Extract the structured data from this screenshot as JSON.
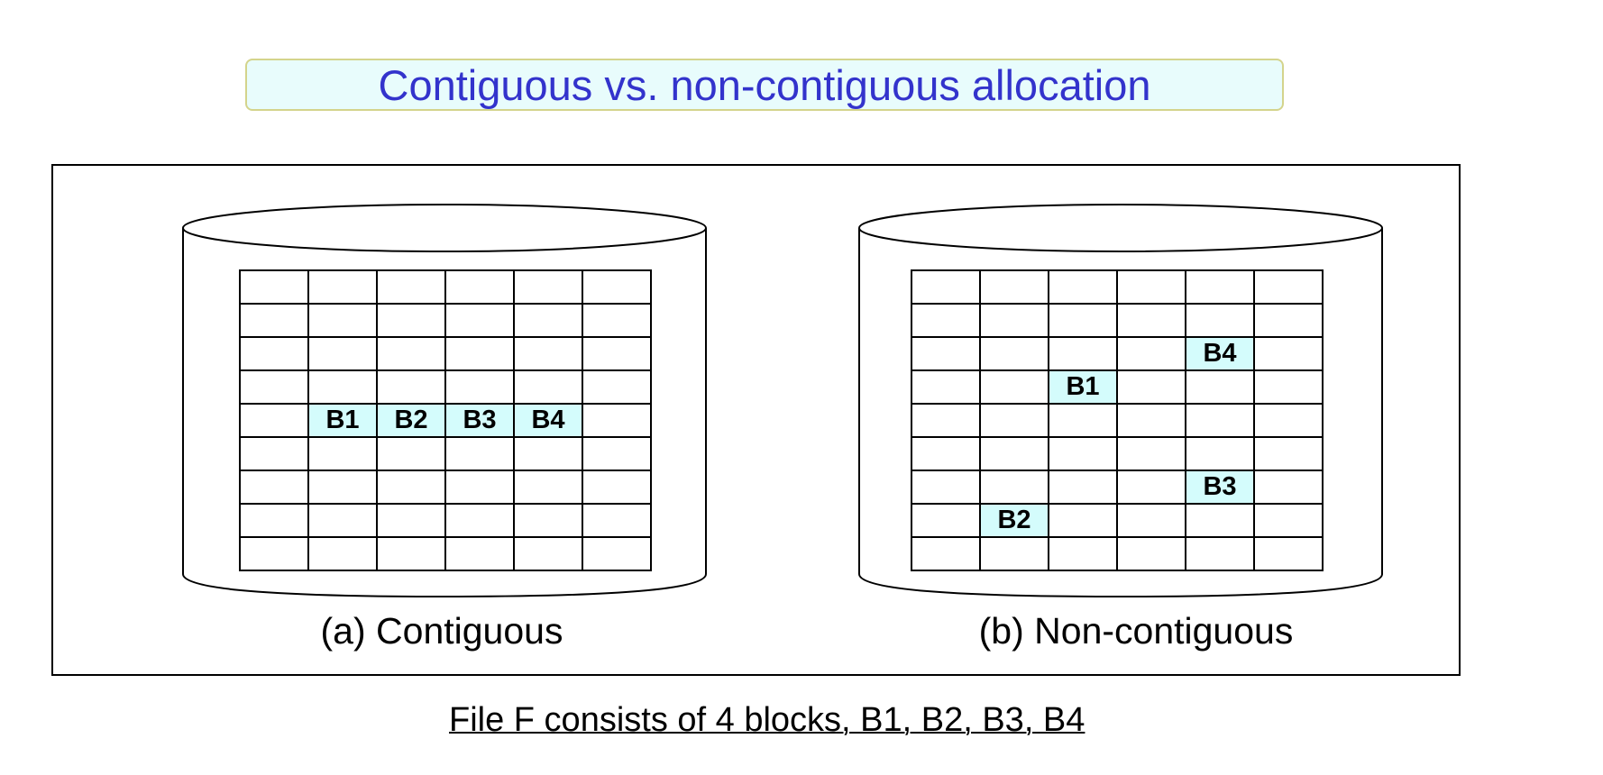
{
  "title": "Contiguous vs. non-contiguous allocation",
  "colors": {
    "title_text": "#3333cc",
    "title_bg": "#e8fcfc",
    "title_border": "#d4d48c",
    "block_fill": "#d4fcfc"
  },
  "grid": {
    "rows": 9,
    "cols": 6
  },
  "panels": [
    {
      "id": "contiguous",
      "caption": "(a) Contiguous",
      "blocks": [
        {
          "label": "B1",
          "row": 4,
          "col": 1
        },
        {
          "label": "B2",
          "row": 4,
          "col": 2
        },
        {
          "label": "B3",
          "row": 4,
          "col": 3
        },
        {
          "label": "B4",
          "row": 4,
          "col": 4
        }
      ]
    },
    {
      "id": "non-contiguous",
      "caption": "(b) Non-contiguous",
      "blocks": [
        {
          "label": "B4",
          "row": 2,
          "col": 4
        },
        {
          "label": "B1",
          "row": 3,
          "col": 2
        },
        {
          "label": "B3",
          "row": 6,
          "col": 4
        },
        {
          "label": "B2",
          "row": 7,
          "col": 1
        }
      ]
    }
  ],
  "footnote": "File F consists of 4 blocks, B1, B2, B3, B4"
}
